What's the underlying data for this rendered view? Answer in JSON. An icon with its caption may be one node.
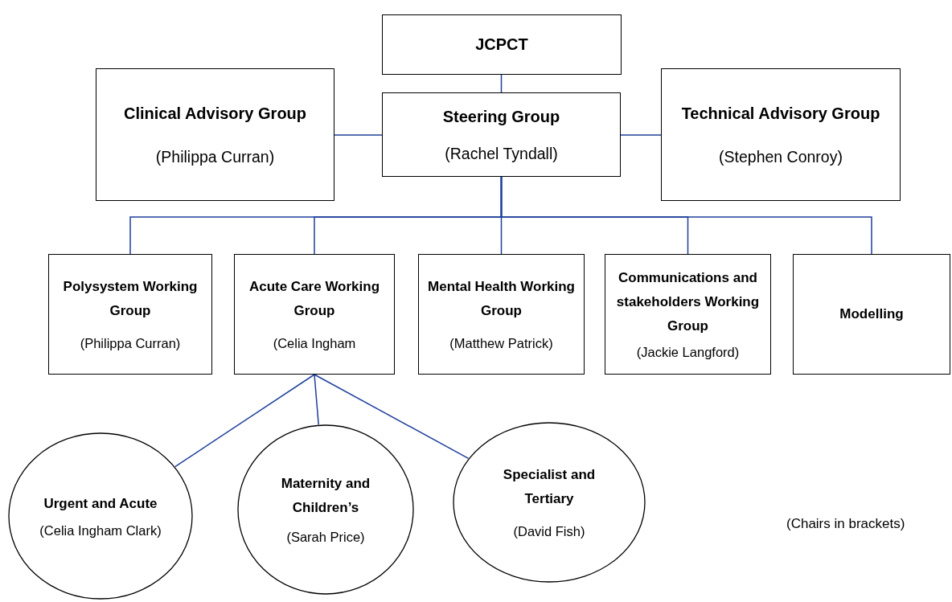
{
  "diagram": {
    "nodes": [
      {
        "text": [
          "JCPCT"
        ]
      },
      {
        "text": [
          "Clinical Advisory Group",
          "(Philippa Curran)"
        ]
      },
      {
        "text": [
          "Steering Group",
          "(Rachel Tyndall)"
        ]
      },
      {
        "text": [
          "Technical Advisory Group",
          "(Stephen Conroy)"
        ]
      },
      {
        "text": [
          "Polysystem Working Group",
          "(Philippa Curran)"
        ]
      },
      {
        "text": [
          "Acute Care Working Group",
          "(Celia Ingham"
        ]
      },
      {
        "text": [
          "Mental Health Working Group",
          "(Matthew Patrick)"
        ]
      },
      {
        "text": [
          "Communications and stakeholders Working Group",
          "(Jackie Langford)"
        ]
      },
      {
        "text": [
          "Modelling"
        ]
      },
      {
        "text": [
          "Urgent and Acute",
          "(Celia Ingham Clark)"
        ]
      },
      {
        "text": [
          "Maternity and Children’s",
          "(Sarah Price)"
        ]
      },
      {
        "text": [
          "Specialist and Tertiary",
          "(David Fish)"
        ]
      }
    ],
    "edges": [
      {
        "from": 0,
        "to": 2,
        "arrow": "none"
      },
      {
        "from": 1,
        "to": 2,
        "arrow": "none"
      },
      {
        "from": 2,
        "to": 3,
        "arrow": "none"
      },
      {
        "from": 2,
        "to": 4,
        "arrow": "none"
      },
      {
        "from": 2,
        "to": 5,
        "arrow": "none"
      },
      {
        "from": 2,
        "to": 6,
        "arrow": "none"
      },
      {
        "from": 2,
        "to": 7,
        "arrow": "none"
      },
      {
        "from": 2,
        "to": 8,
        "arrow": "none"
      },
      {
        "from": 5,
        "to": 9,
        "arrow": "none"
      },
      {
        "from": 5,
        "to": 10,
        "arrow": "none"
      },
      {
        "from": 5,
        "to": 11,
        "arrow": "none"
      }
    ],
    "labels": [
      "(Chairs in brackets)"
    ]
  }
}
